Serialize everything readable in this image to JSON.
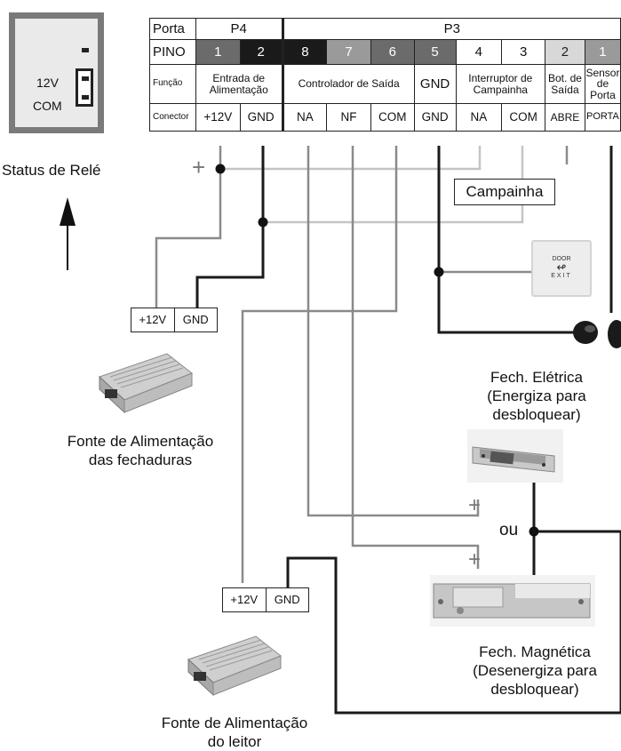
{
  "relay": {
    "label_12v": "12V",
    "label_com": "COM",
    "status_label": "Status de Relé"
  },
  "table": {
    "porta_header": "Porta",
    "pino_header": "PINO",
    "funcao_header": "Função",
    "conector_header": "Conector",
    "port_p4": "P4",
    "port_p3": "P3",
    "pins": [
      "1",
      "2",
      "8",
      "7",
      "6",
      "5",
      "4",
      "3",
      "2",
      "1"
    ],
    "functions": {
      "entrada": "Entrada de Alimentação",
      "controlador": "Controlador de Saída",
      "gnd": "GND",
      "interruptor": "Interruptor de Campainha",
      "bot_saida": "Bot. de Saída",
      "sensor_porta": "Sensor de Porta"
    },
    "connectors": [
      "+12V",
      "GND",
      "NA",
      "NF",
      "COM",
      "GND",
      "NA",
      "COM",
      "ABRE",
      "PORTA"
    ]
  },
  "diagram": {
    "plus": "+",
    "campainha": "Campainha",
    "door_button": {
      "line1": "DOOR",
      "line2": "EXIT"
    },
    "ps_lock": {
      "plus12v": "+12V",
      "gnd": "GND",
      "caption_line1": "Fonte de Alimentação",
      "caption_line2": "das fechaduras"
    },
    "ps_reader": {
      "plus12v": "+12V",
      "gnd": "GND",
      "caption_line1": "Fonte de Alimentação",
      "caption_line2": "do leitor"
    },
    "electric_lock": {
      "line1": "Fech. Elétrica",
      "line2": "(Energiza para",
      "line3": "desbloquear)"
    },
    "magnetic_lock": {
      "line1": "Fech. Magnética",
      "line2": "(Desenergiza para",
      "line3": "desbloquear)"
    },
    "ou": "ou"
  },
  "colors": {
    "wire_black": "#1a1a1a",
    "wire_gray": "#8a8a8a",
    "wire_light": "#c4c4c4"
  }
}
